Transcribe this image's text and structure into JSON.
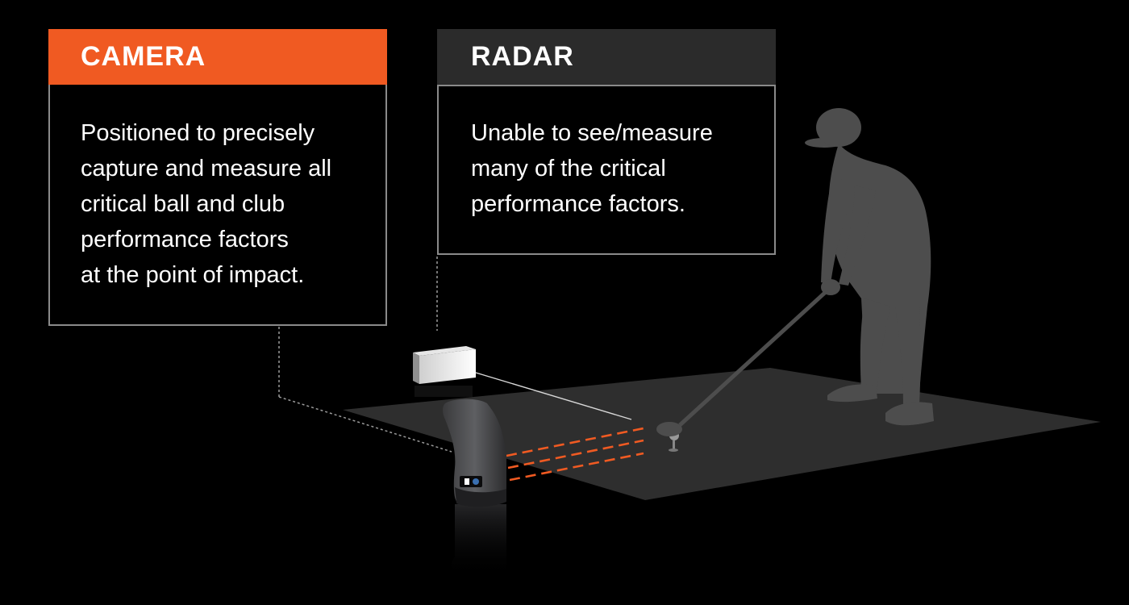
{
  "camera": {
    "title": "CAMERA",
    "description": "Positioned to precisely\ncapture and measure all\ncritical ball and club\nperformance factors\nat the point of impact."
  },
  "radar": {
    "title": "RADAR",
    "description": "Unable to see/measure\nmany of the critical\nperformance factors."
  },
  "colors": {
    "background": "#000000",
    "camera_accent": "#f05a22",
    "radar_header": "#2b2b2b",
    "panel_border": "#8a8a8a",
    "mat": "#2e2e2e",
    "golfer": "#4d4d4d",
    "beam": "#f05a22"
  },
  "icons": {
    "camera_device": "launch-monitor-device-icon",
    "radar_device": "radar-unit-icon",
    "golfer": "golfer-silhouette-icon",
    "ball": "golf-ball-on-tee-icon"
  }
}
